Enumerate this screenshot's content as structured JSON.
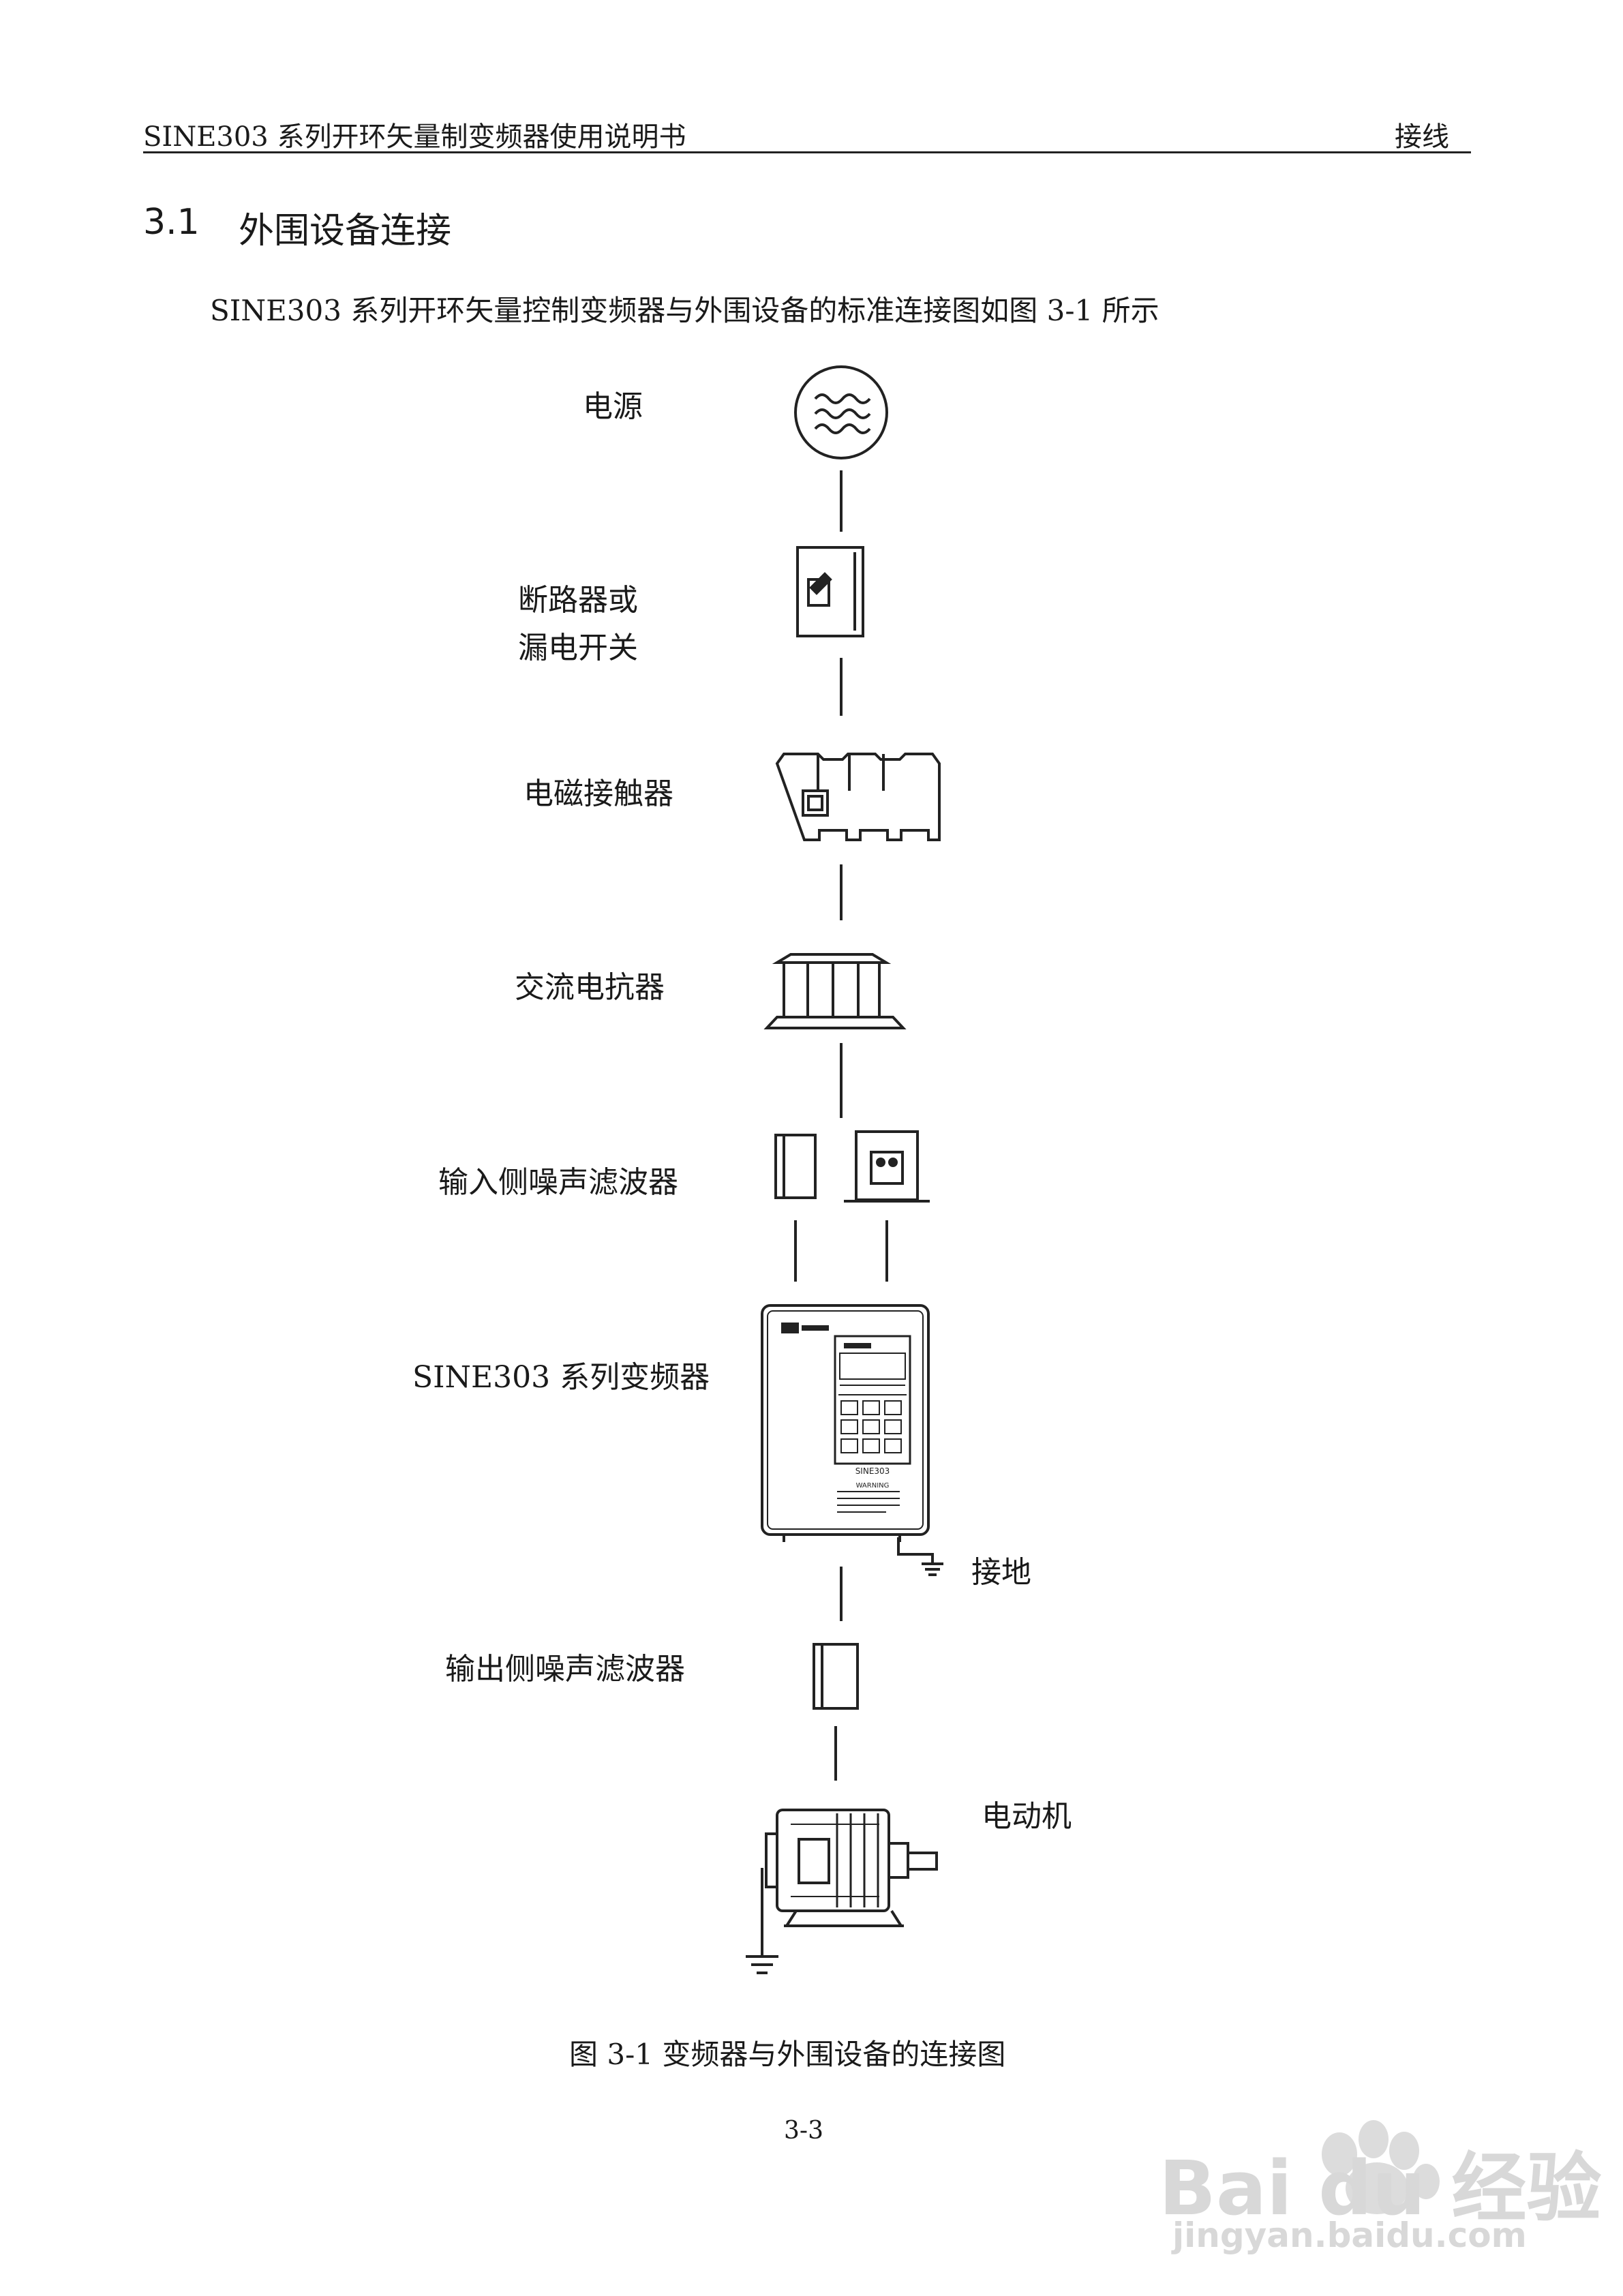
{
  "header": {
    "left": "SINE303 系列开环矢量制变频器使用说明书",
    "right": "接线"
  },
  "section": {
    "number": "3.1",
    "title": "外围设备连接"
  },
  "intro": "SINE303 系列开环矢量控制变频器与外围设备的标准连接图如图 3-1 所示",
  "diagram": {
    "labels": {
      "power": "电源",
      "breaker_line1": "断路器或",
      "breaker_line2": "漏电开关",
      "contactor": "电磁接触器",
      "reactor": "交流电抗器",
      "input_filter": "输入侧噪声滤波器",
      "inverter": "SINE303 系列变频器",
      "ground": "接地",
      "output_filter": "输出侧噪声滤波器",
      "motor": "电动机"
    },
    "inverter_panel": {
      "model": "SINE303",
      "warning": "WARNING"
    }
  },
  "caption": "图 3-1 变频器与外围设备的连接图",
  "page_number": "3-3",
  "watermark": {
    "brand": "Bai du 经验",
    "url": "jingyan.baidu.com"
  }
}
